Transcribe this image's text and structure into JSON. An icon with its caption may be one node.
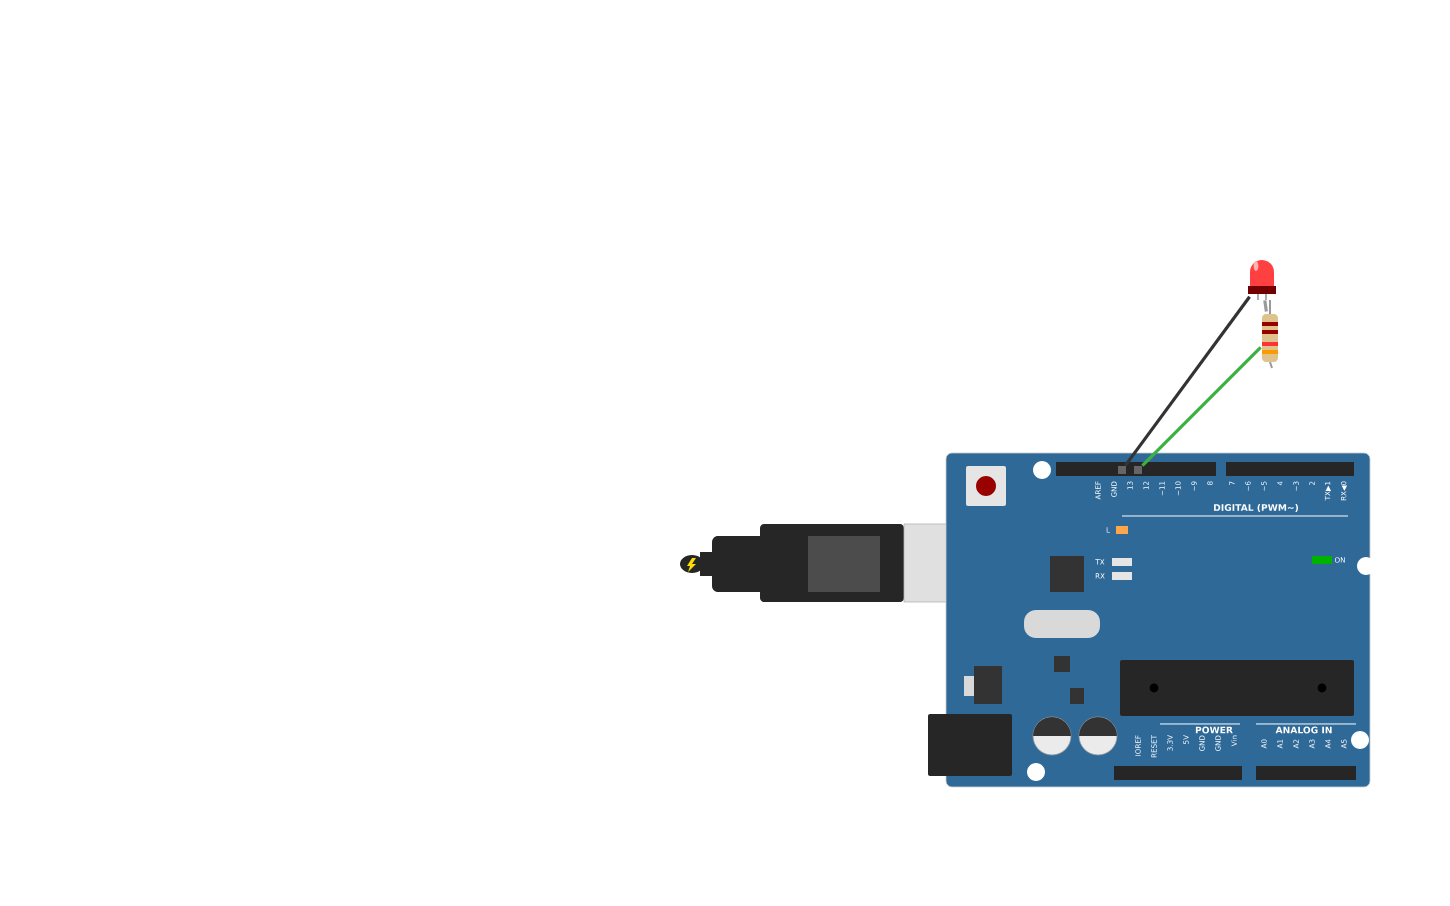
{
  "diagram": {
    "nodes": [
      {
        "text": [],
        "shape": "picture"
      },
      {
        "text": [],
        "shape": "picture"
      },
      {
        "text": [],
        "shape": "picture"
      },
      {
        "text": [],
        "shape": "box",
        "in": 2
      },
      {
        "text": [],
        "shape": "box",
        "in": 2
      }
    ],
    "edges": [
      {
        "from": 0,
        "to": 3,
        "arrow": "none",
        "color": "#333333"
      },
      {
        "from": 1,
        "to": 4,
        "arrow": "none",
        "color": "#3cb043"
      },
      {
        "from": 0,
        "to": 1,
        "arrow": "none",
        "color": "#9a9a9a"
      }
    ],
    "labels": [
      "AREF",
      "GND",
      "13",
      "12",
      "~11",
      "~10",
      "~9",
      "8",
      "7",
      "~6",
      "~5",
      "4",
      "~3",
      "2",
      "TX▶1",
      "RX◀0",
      "DIGITAL (PWM~)",
      "L",
      "TX",
      "RX",
      "ON",
      "IOREF",
      "RESET",
      "3.3V",
      "5V",
      "GND",
      "GND",
      "Vin",
      "POWER",
      "ANALOG IN",
      "A0",
      "A1",
      "A2",
      "A3",
      "A4",
      "A5"
    ]
  }
}
